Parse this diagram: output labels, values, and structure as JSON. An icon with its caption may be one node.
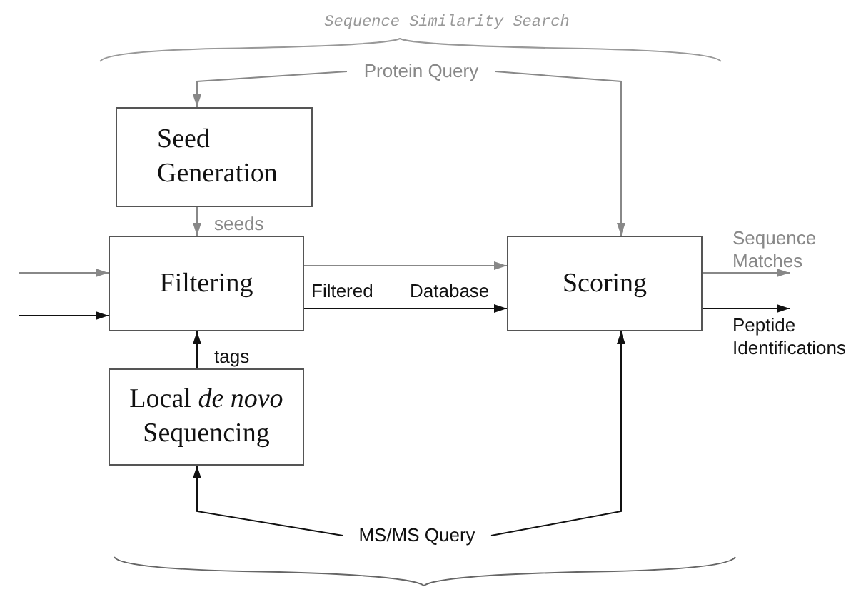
{
  "diagram": {
    "title": "Sequence Similarity Search",
    "nodes": [
      {
        "text": [
          "Protein Query"
        ]
      },
      {
        "text": [
          "Seed Generation"
        ]
      },
      {
        "text": [
          "Filtering"
        ]
      },
      {
        "text": [
          "Local *de novo* Sequencing"
        ]
      },
      {
        "text": [
          "Scoring"
        ]
      },
      {
        "text": [
          "MS/MS Query"
        ]
      },
      {
        "text": [
          "Sequence Matches"
        ]
      },
      {
        "text": [
          "Peptide Identifications"
        ]
      }
    ],
    "edges": [
      {
        "from": 0,
        "to": 1,
        "arrow": "to",
        "color": "#888888"
      },
      {
        "from": 0,
        "to": 4,
        "arrow": "to",
        "color": "#888888"
      },
      {
        "from": 1,
        "to": 2,
        "arrow": "to",
        "label": "seeds",
        "color": "#888888"
      },
      {
        "from": 3,
        "to": 2,
        "arrow": "to",
        "label": "tags",
        "color": "#111111"
      },
      {
        "from": 5,
        "to": 3,
        "arrow": "to",
        "color": "#111111"
      },
      {
        "from": 5,
        "to": 4,
        "arrow": "to",
        "color": "#111111"
      },
      {
        "from": 2,
        "to": 4,
        "arrow": "to",
        "color": "#888888"
      },
      {
        "from": 2,
        "to": 4,
        "arrow": "to",
        "color": "#111111"
      },
      {
        "from": null,
        "to": 2,
        "arrow": "to",
        "color": "#888888"
      },
      {
        "from": null,
        "to": 2,
        "arrow": "to",
        "color": "#111111"
      },
      {
        "from": 4,
        "to": 6,
        "arrow": "to",
        "color": "#888888"
      },
      {
        "from": 4,
        "to": 7,
        "arrow": "to",
        "color": "#111111"
      }
    ],
    "labels": [
      "Filtered",
      "Database"
    ]
  }
}
